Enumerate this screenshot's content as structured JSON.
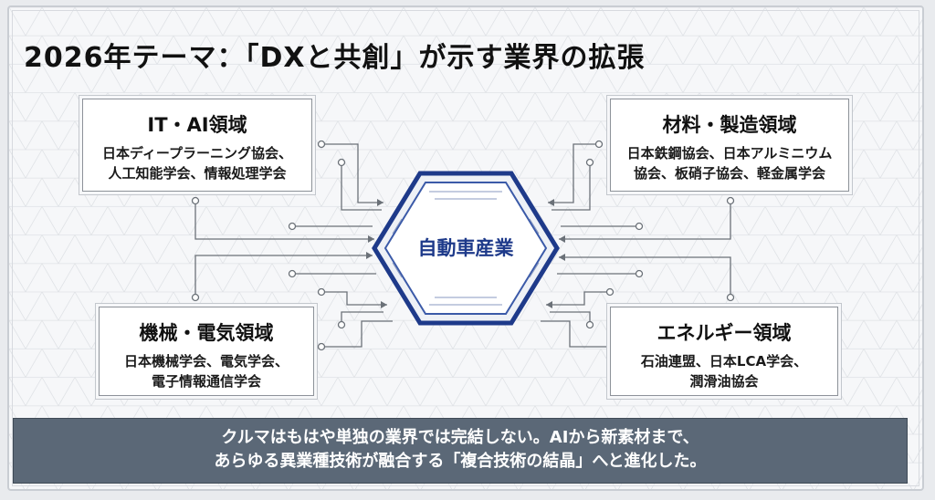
{
  "title": "2026年テーマ：「DXと共創」が示す業界の拡張",
  "center": {
    "label": "自動車産業"
  },
  "cards": {
    "it_ai": {
      "title": "IT・AI領域",
      "lines": [
        "日本ディープラーニング協会、",
        "人工知能学会、情報処理学会"
      ]
    },
    "materials": {
      "title": "材料・製造領域",
      "lines": [
        "日本鉄鋼協会、日本アルミニウム",
        "協会、板硝子協会、軽金属学会"
      ]
    },
    "machinery": {
      "title": "機械・電気領域",
      "lines": [
        "日本機械学会、電気学会、",
        "電子情報通信学会"
      ]
    },
    "energy": {
      "title": "エネルギー領域",
      "lines": [
        "石油連盟、日本LCA学会、",
        "潤滑油協会"
      ]
    }
  },
  "footer": {
    "lines": [
      "クルマはもはや単独の業界では完結しない。AIから新素材まで、",
      "あらゆる異業種技術が融合する「複合技術の結晶」へと進化した。"
    ]
  },
  "colors": {
    "accent": "#1e3a8a",
    "footer_bg": "#5b6877",
    "connector": "#6b7178"
  }
}
